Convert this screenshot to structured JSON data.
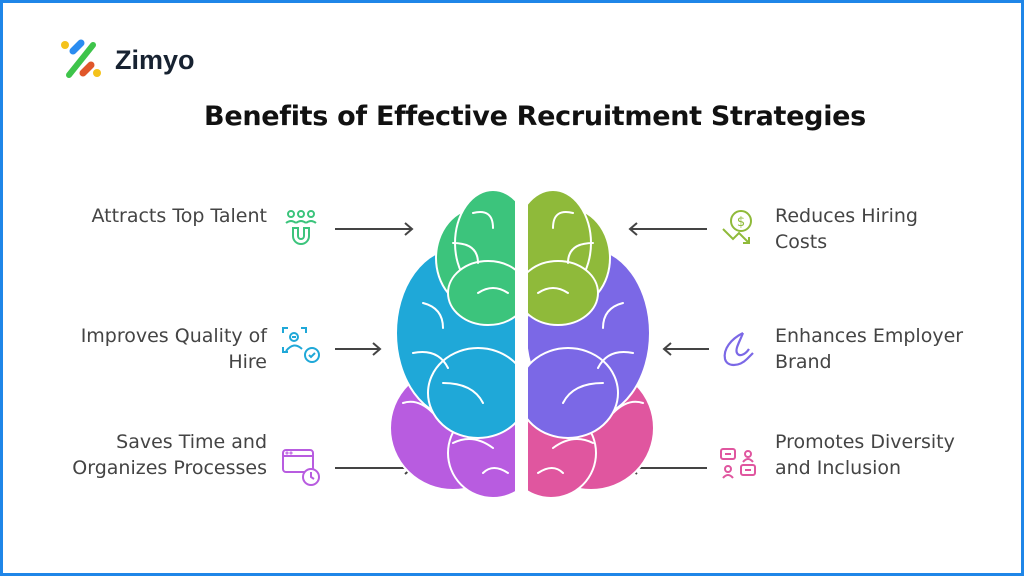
{
  "logo": {
    "text": "Zimyo"
  },
  "title": "Benefits of Effective Recruitment Strategies",
  "benefits_left": [
    {
      "label": "Attracts Top Talent",
      "icon": "magnet-people-icon",
      "color": "#3cc47c"
    },
    {
      "label": "Improves Quality of Hire",
      "icon": "person-check-icon",
      "color": "#1fa8d8"
    },
    {
      "label": "Saves Time and Organizes Processes",
      "icon": "calendar-clock-icon",
      "color": "#b85ce0"
    }
  ],
  "benefits_right": [
    {
      "label": "Reduces Hiring Costs",
      "icon": "dollar-down-icon",
      "color": "#8fba3a"
    },
    {
      "label": "Enhances Employer Brand",
      "icon": "brand-swirl-icon",
      "color": "#7b68e6"
    },
    {
      "label": "Promotes Diversity and Inclusion",
      "icon": "people-chat-icon",
      "color": "#e0569f"
    }
  ]
}
